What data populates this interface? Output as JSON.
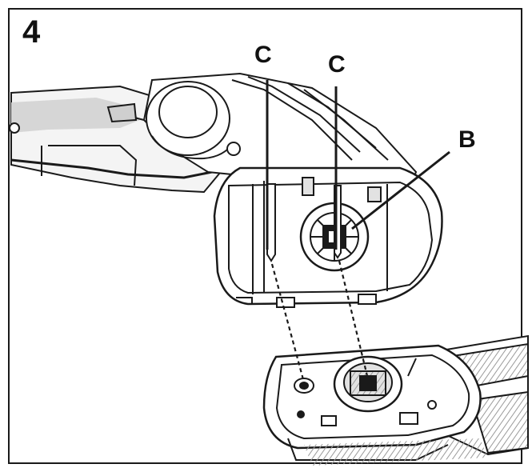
{
  "figure": {
    "step_number": "4",
    "callouts": {
      "c_left": "C",
      "c_right": "C",
      "b": "B"
    }
  },
  "colors": {
    "line": "#1a1a1a",
    "shade": "#bdbdbd",
    "light_shade": "#e2e2e2",
    "background": "#ffffff"
  }
}
